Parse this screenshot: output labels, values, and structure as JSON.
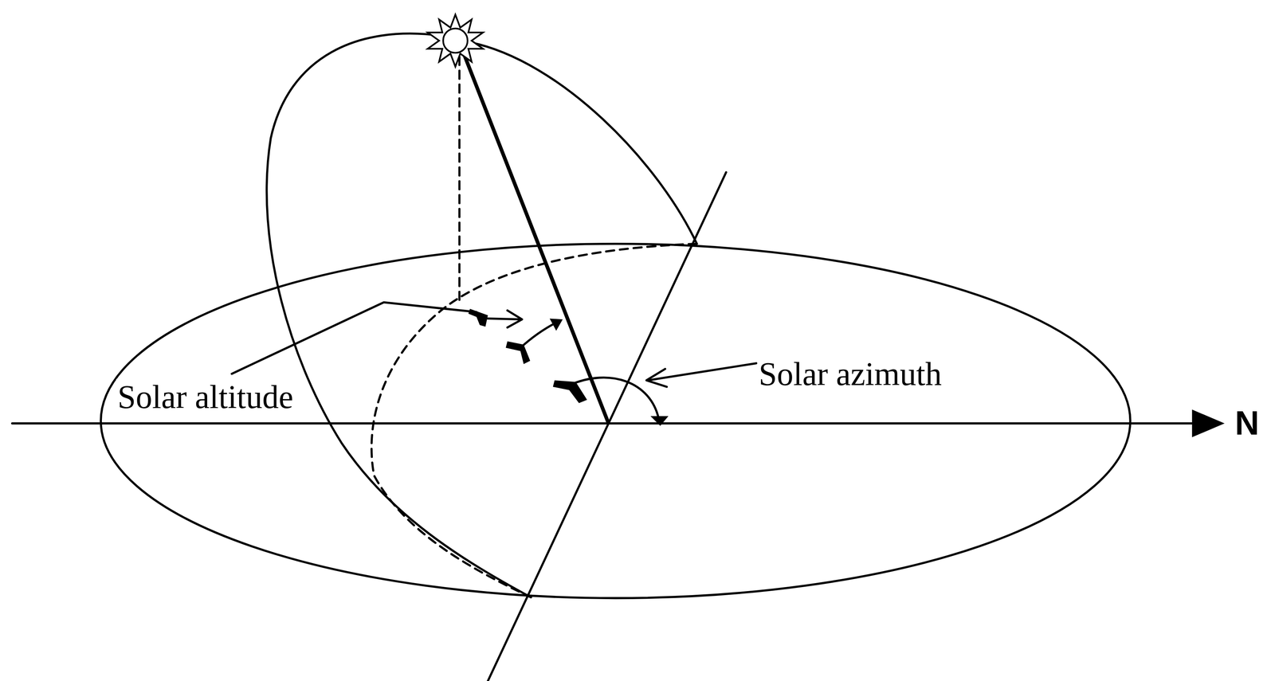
{
  "diagram": {
    "labels": [
      "Solar altitude",
      "Solar azimuth",
      "N"
    ]
  }
}
